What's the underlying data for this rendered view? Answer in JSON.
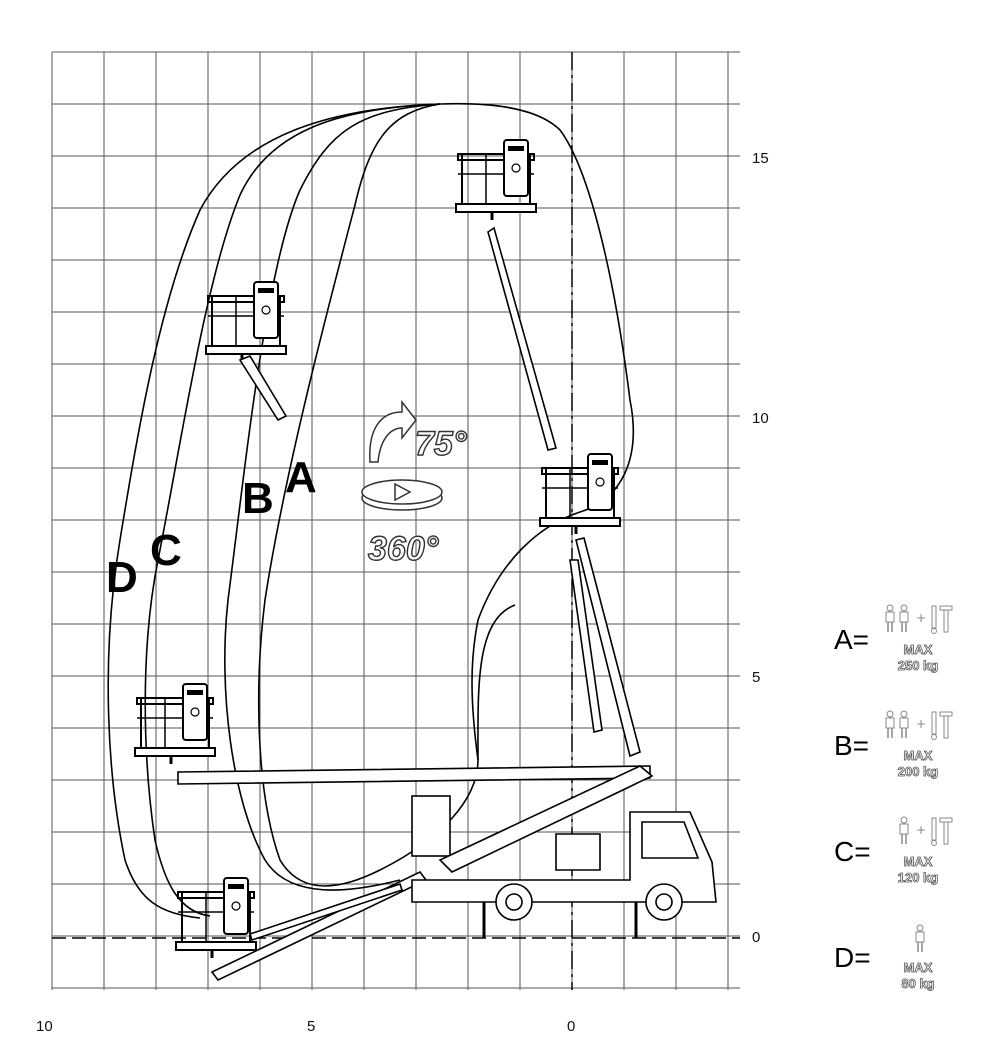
{
  "axes": {
    "x_ticks": [
      "10",
      "5",
      "0"
    ],
    "y_ticks": [
      "15",
      "10",
      "5",
      "0"
    ]
  },
  "zones": [
    "A",
    "B",
    "C",
    "D"
  ],
  "rotation": {
    "elevation": "75°",
    "slewing": "360°"
  },
  "legend": [
    {
      "key": "A=",
      "max_label": "MAX",
      "load": "250 kg",
      "icon": "two-persons-plus-tools"
    },
    {
      "key": "B=",
      "max_label": "MAX",
      "load": "200 kg",
      "icon": "two-persons-plus-tool"
    },
    {
      "key": "C=",
      "max_label": "MAX",
      "load": "120 kg",
      "icon": "one-person-plus-tool"
    },
    {
      "key": "D=",
      "max_label": "MAX",
      "load": "80 kg",
      "icon": "one-person"
    }
  ],
  "colors": {
    "line": "#000000",
    "grid": "#555555",
    "outline_text": "#333333"
  }
}
